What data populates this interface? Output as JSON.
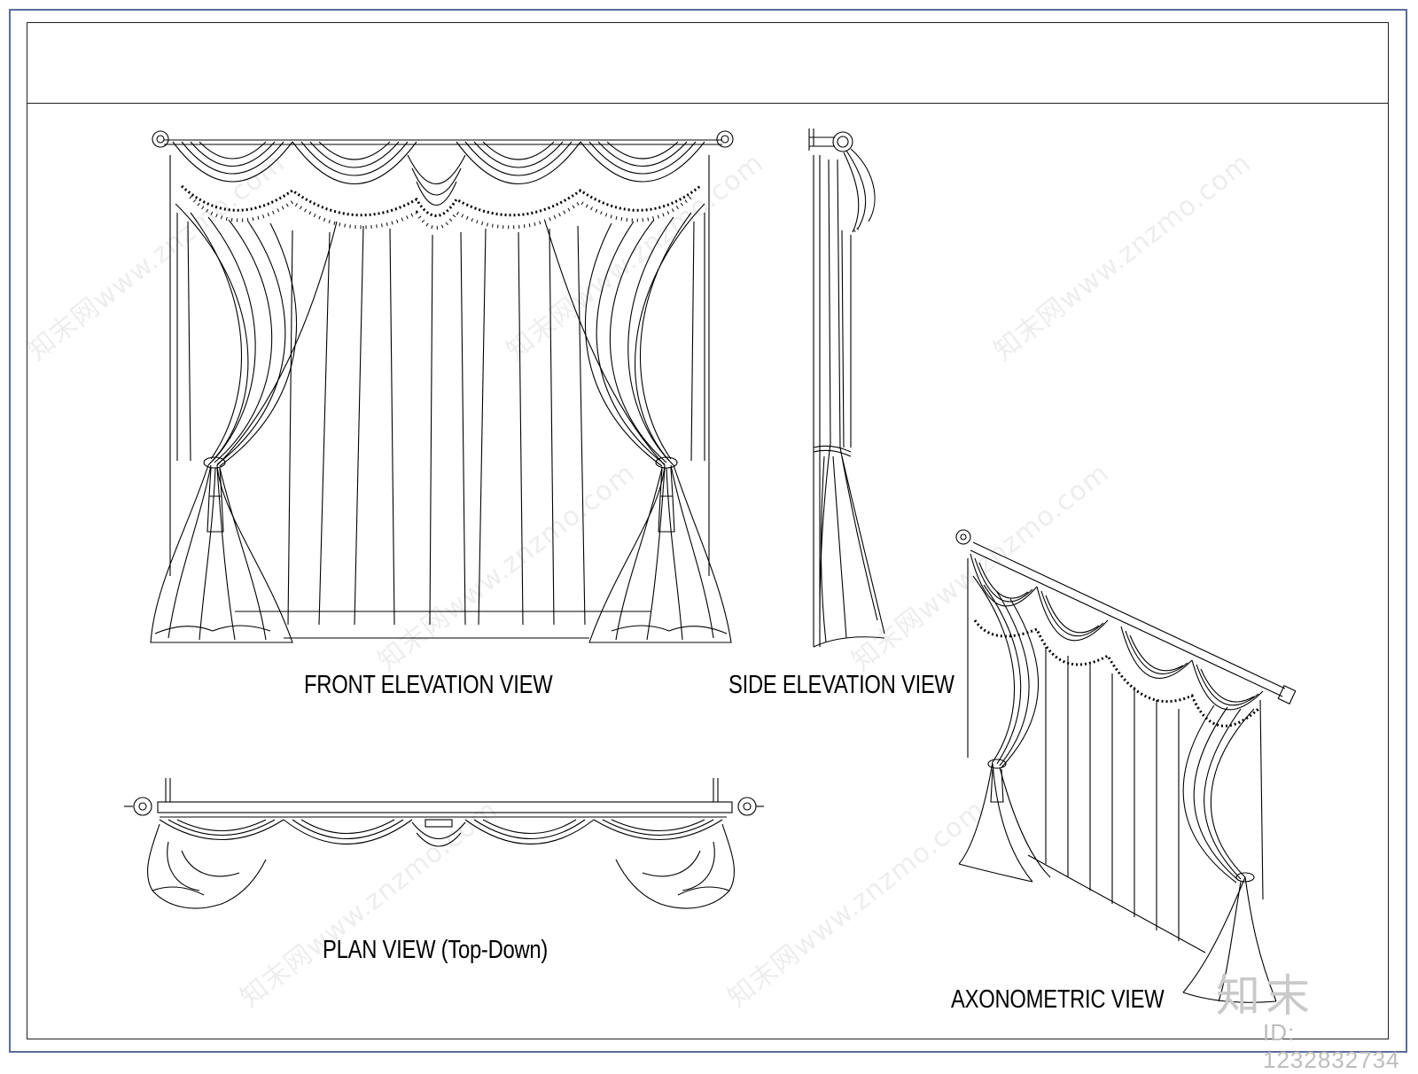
{
  "views": {
    "front": "FRONT ELEVATION VIEW",
    "side": "SIDE ELEVATION VIEW",
    "plan": "PLAN VIEW (Top-Down)",
    "axonometric": "AXONOMETRIC VIEW"
  },
  "watermark": {
    "text": "知末网www.znzmo.com"
  },
  "brand": {
    "logo": "知末",
    "id": "ID: 1232832734"
  },
  "colors": {
    "frame": "#5a6d9c",
    "line": "#000000"
  }
}
